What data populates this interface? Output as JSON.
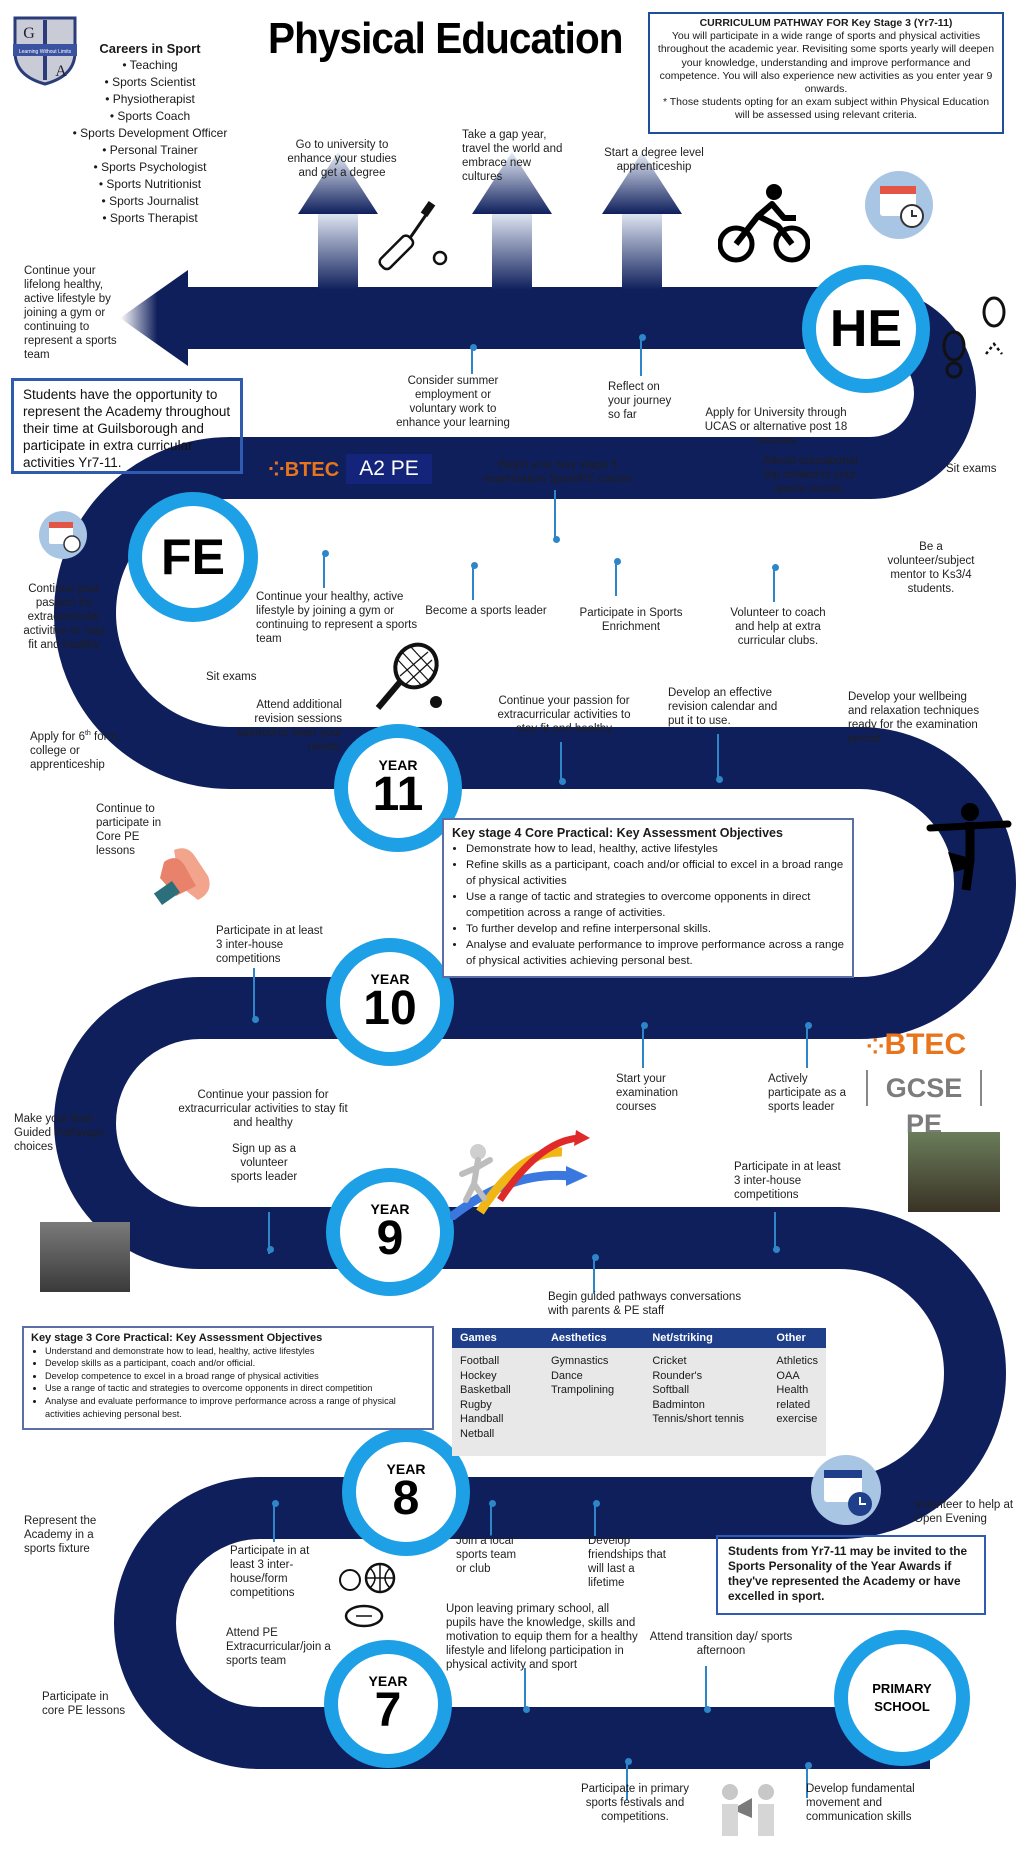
{
  "header": {
    "title": "Physical Education"
  },
  "careers": {
    "heading": "Careers in Sport",
    "items": [
      "Teaching",
      "Sports Scientist",
      "Physiotherapist",
      "Sports Coach",
      "Sports Development Officer",
      "Personal Trainer",
      "Sports Psychologist",
      "Sports Nutritionist",
      "Sports Journalist",
      "Sports Therapist"
    ]
  },
  "pathway": {
    "heading": "CURRICULUM PATHWAY FOR Key Stage 3 (Yr7-11)",
    "body": "You will participate in a wide range of sports and physical activities throughout the academic year. Revisiting some sports yearly will deepen your knowledge, understanding and improve performance and competence. You will also experience new activities as you enter year 9 onwards.",
    "note": "* Those students opting for an exam subject within Physical Education will be assessed using relevant criteria."
  },
  "logo": {
    "letters": [
      "G",
      "A"
    ],
    "motto": "Learning Without Limits"
  },
  "opportunity_box": "Students have the opportunity to represent the Academy throughout their time at Guilsborough and participate in extra curricular activities Yr7-11.",
  "badges": {
    "btec": "BTEC",
    "a2pe": "A2 PE",
    "gcse": "GCSE PE"
  },
  "stages": {
    "he": "HE",
    "fe": "FE",
    "y11": {
      "small": "YEAR",
      "big": "11"
    },
    "y10": {
      "small": "YEAR",
      "big": "10"
    },
    "y9": {
      "small": "YEAR",
      "big": "9"
    },
    "y8": {
      "small": "YEAR",
      "big": "8"
    },
    "y7": {
      "small": "YEAR",
      "big": "7"
    },
    "primary": "PRIMARY SCHOOL"
  },
  "labels": {
    "university": "Go to university to enhance your studies and get a degree",
    "gapyear": "Take a gap year, travel the world and embrace new cultures",
    "apprenticeship": "Start a degree level apprenticeship",
    "lifelong": "Continue your lifelong healthy, active lifestyle by joining a gym or continuing to represent a sports team",
    "summer": "Consider summer employment or voluntary work to enhance your learning",
    "reflect": "Reflect on your journey so far",
    "ucas": "Apply for University through UCAS or alternative post 18 courses",
    "sitexams_he": "Sit exams",
    "edtrip": "Attend educational trip related to your sports course.",
    "mentor": "Be a volunteer/subject mentor to Ks3/4 students.",
    "ks5": "Begin your Key stage 5 examination Sport/PE course",
    "fe_healthy": "Continue your healthy, active lifestyle by joining a gym or continuing to represent a sports team",
    "leader": "Become a sports leader",
    "enrichment": "Participate in Sports Enrichment",
    "volunteer": "Volunteer to coach and help at extra curricular clubs.",
    "passion_fe": "Continue your passion for extracurricular activities to stay fit and healthy",
    "sitexams_11": "Sit exams",
    "revision": "Attend additional revision sessions tailored to meet your needs.",
    "apply6th_a": "Apply for 6",
    "apply6th_sup": "th",
    "apply6th_b": "form, college or apprenticeship",
    "corepe11": "Continue to participate in Core PE lessons",
    "passion_11": "Continue your passion for extracurricular activities to stay fit and healthy",
    "revcal": "Develop an effective revision calendar and put it to use.",
    "wellbeing": "Develop your wellbeing and relaxation techniques ready for the examination period",
    "interhouse10": "Participate in at least 3 inter-house competitions",
    "startexam": "Start your examination courses",
    "activeleader": "Actively participate as a sports leader",
    "finalchoices": "Make your final Guided Pathways choices",
    "passion_9": "Continue your passion for extracurricular activities to stay fit and healthy",
    "signup": "Sign up as a volunteer sports leader",
    "interhouse9": "Participate in at least 3 inter-house competitions",
    "guided": "Begin guided pathways conversations with parents & PE staff",
    "represent": "Represent the Academy in a sports fixture",
    "interform": "Participate in at least 3 inter-house/form competitions",
    "localclub": "Join a local sports team or club",
    "friendships": "Develop friendships that will last a lifetime",
    "openevening": "Volunteer to help at Open Evening",
    "extracurr7": "Attend PE Extracurricular/join a sports team",
    "primaryknow": "Upon leaving primary school, all pupils have the knowledge, skills and motivation to equip them for a healthy lifestyle and lifelong participation in physical activity and sport",
    "transition": "Attend transition day/ sports afternoon",
    "corepe7": "Participate in core PE lessons",
    "festivals": "Participate in primary sports festivals and competitions.",
    "fundamental": "Develop fundamental movement and communication skills"
  },
  "ks4": {
    "heading": "Key stage 4 Core Practical: Key Assessment Objectives",
    "items": [
      "Demonstrate how to lead, healthy, active lifestyles",
      "Refine skills as a participant, coach and/or official to excel in a broad range of physical activities",
      "Use a range of tactic and strategies to overcome opponents in direct competition across a range of activities.",
      "To further develop and refine interpersonal skills.",
      "Analyse and evaluate performance to improve performance across a range of physical activities achieving personal best."
    ]
  },
  "ks3": {
    "heading": "Key stage 3 Core Practical: Key Assessment Objectives",
    "items": [
      "Understand and demonstrate how to lead, healthy, active lifestyles",
      "Develop skills as a participant, coach and/or official.",
      "Develop competence to excel in a broad range of physical activities",
      "Use a range of tactic and strategies to overcome opponents in direct competition",
      "Analyse and evaluate performance to improve performance across a range of physical activities achieving personal best."
    ]
  },
  "sports_table": {
    "headers": [
      "Games",
      "Aesthetics",
      "Net/striking",
      "Other"
    ],
    "games": "Football\nHockey\nBasketball\nRugby\nHandball\nNetball",
    "aesthetics": "Gymnastics\nDance\nTrampolining",
    "net": "Cricket\nRounder's\nSoftball\nBadminton\nTennis/short tennis",
    "other": "Athletics\nOAA\nHealth\nrelated\nexercise"
  },
  "award": "Students from Yr7-11 may be invited to the Sports Personality of the Year Awards if they've represented the Academy or have excelled in sport.",
  "colors": {
    "road": "#0f1f5c",
    "ring": "#1ea0e6",
    "pin": "#2e86c9",
    "box_border": "#2f5bb0",
    "btec_orange": "#e8741b"
  }
}
